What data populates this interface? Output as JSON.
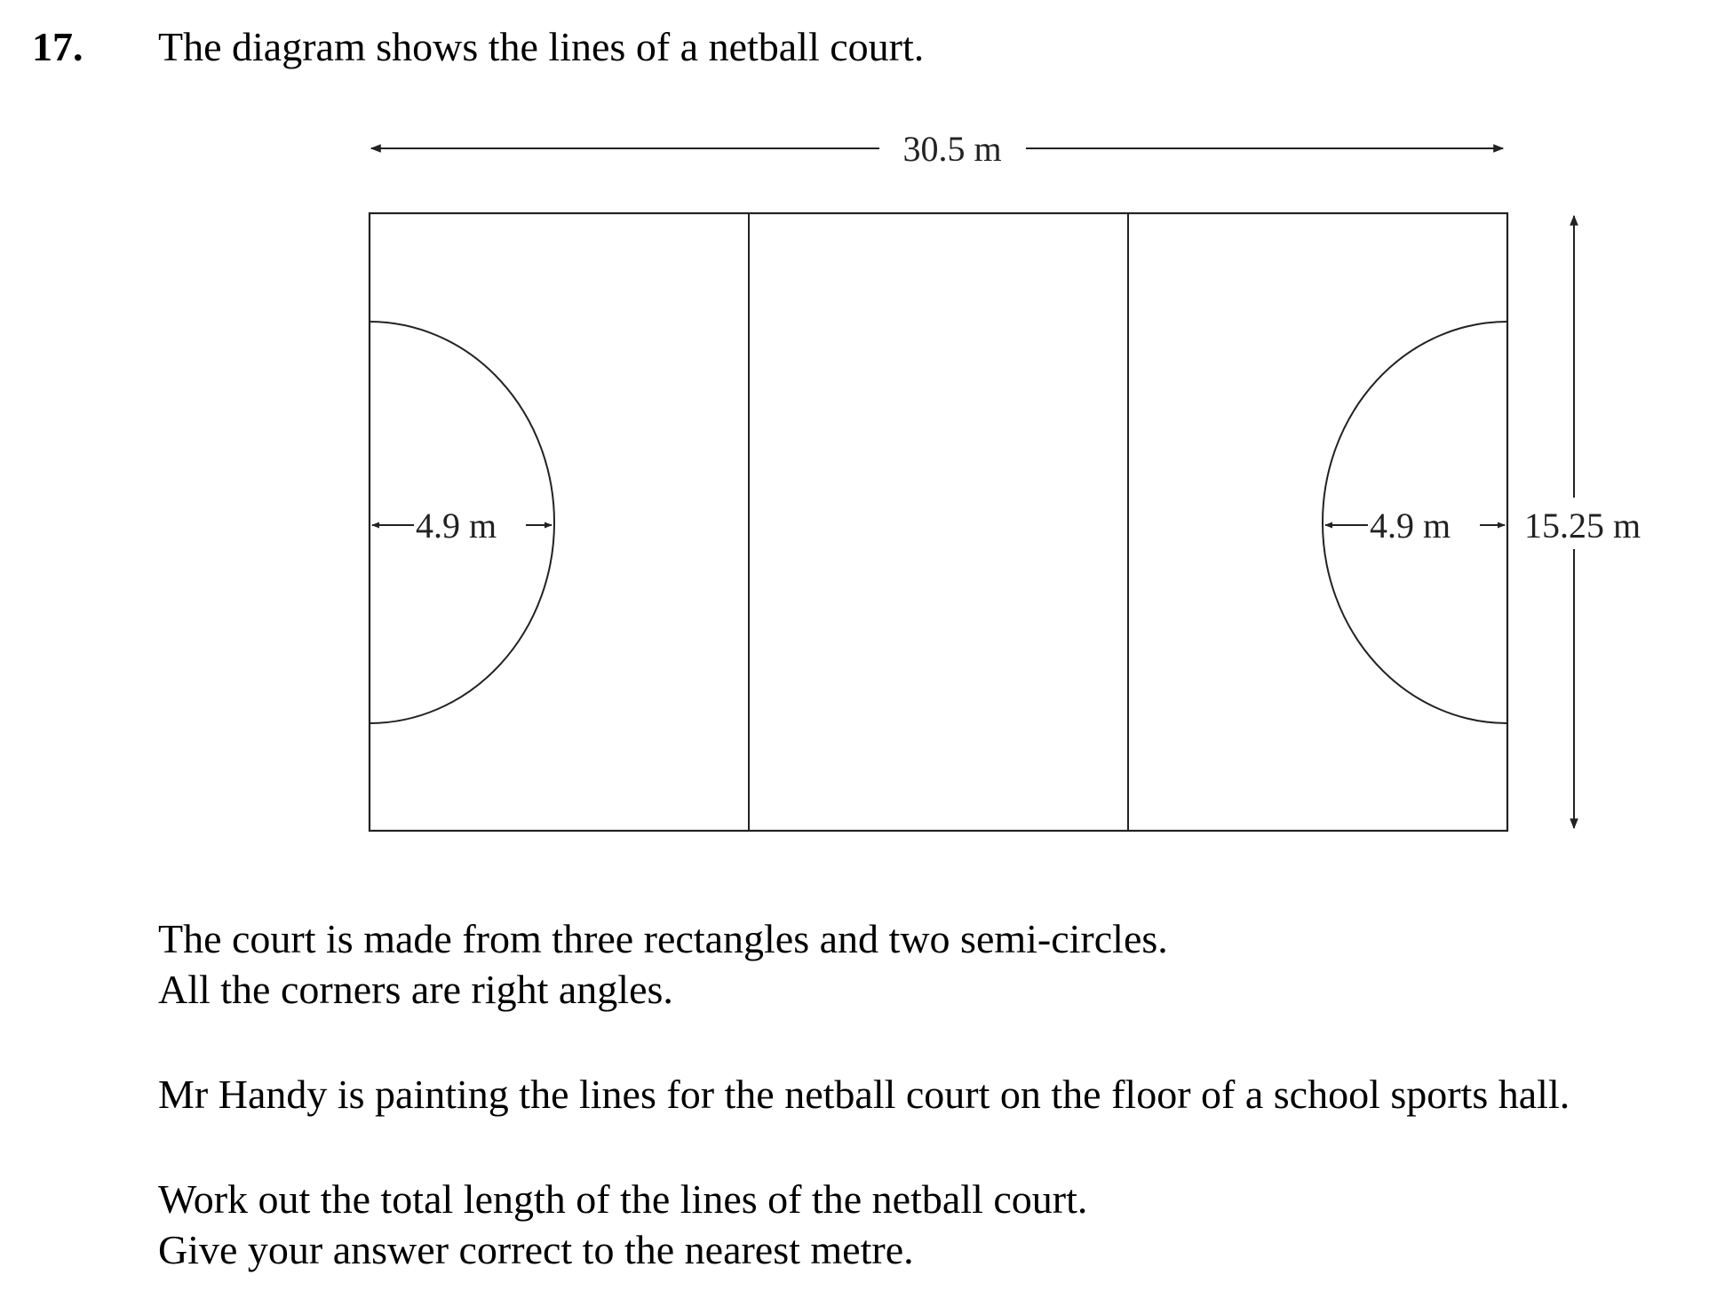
{
  "question": {
    "number": "17.",
    "intro": "The diagram shows the lines of a netball court."
  },
  "diagram": {
    "labels": {
      "length": "30.5 m",
      "width": "15.25 m",
      "radius_left": "4.9 m",
      "radius_right": "4.9 m"
    }
  },
  "body": {
    "line1": "The court is made from three rectangles and two semi-circles.",
    "line2": "All the corners are right angles.",
    "line3": "Mr Handy is painting the lines for the netball court on the floor of a school sports hall.",
    "line4": "Work out the total length of the lines of the netball court.",
    "line5": "Give your answer correct to the nearest metre."
  }
}
